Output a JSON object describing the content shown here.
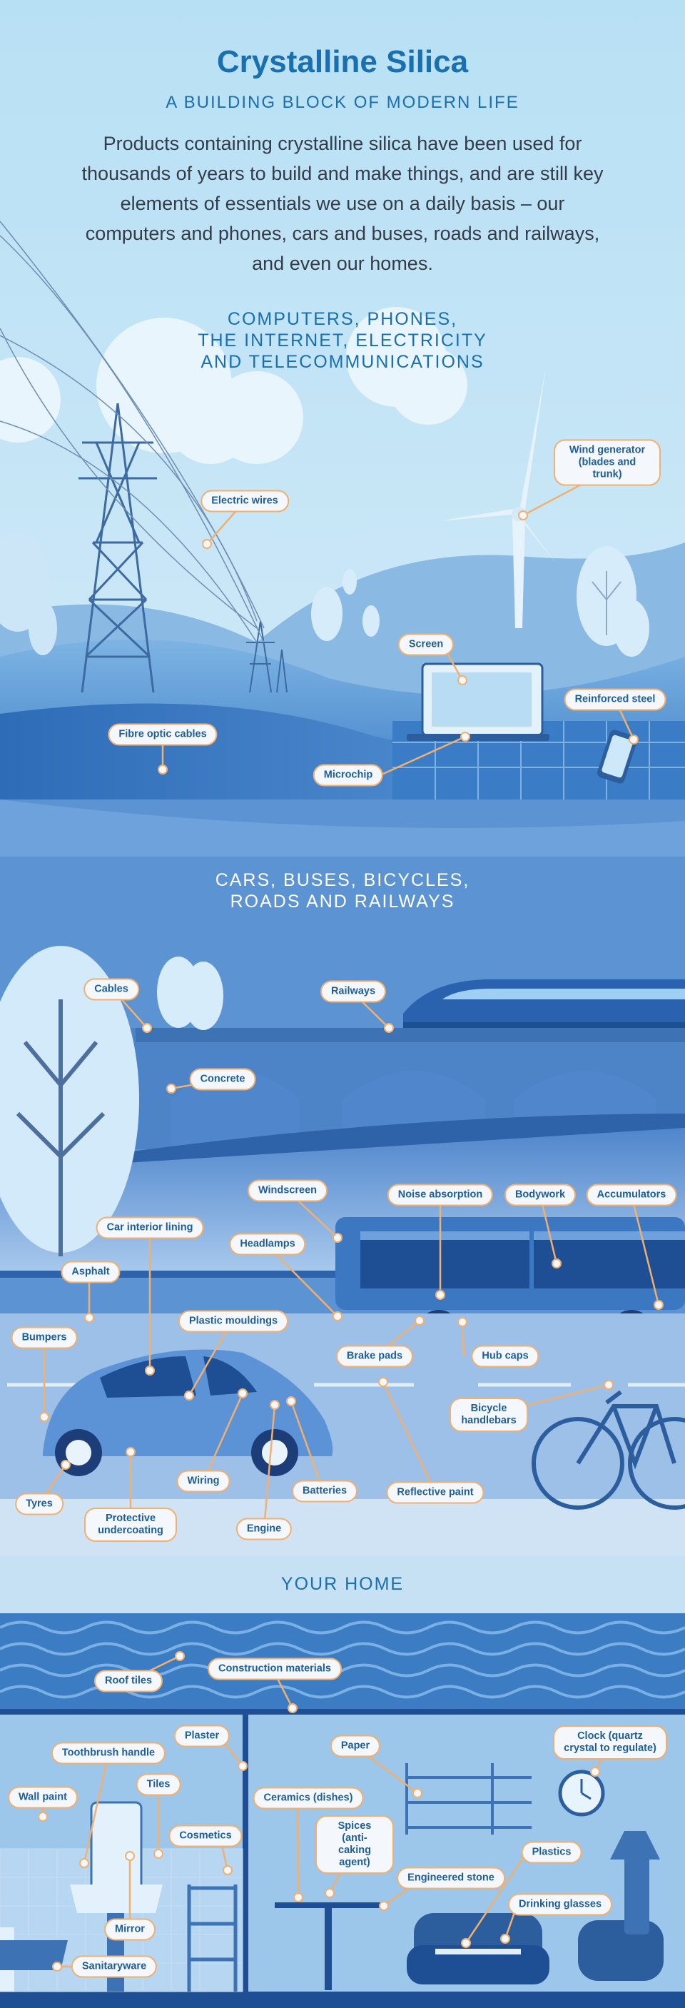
{
  "title": "Crystalline Silica",
  "subtitle": "A BUILDING BLOCK OF MODERN LIFE",
  "intro": "Products containing crystalline silica have been used for thousands of years to build and make things, and are still key elements of essentials we use on a daily basis – our computers and phones, cars and buses, roads and railways, and even our homes.",
  "sections": [
    {
      "heading_lines": [
        "COMPUTERS, PHONES,",
        "THE INTERNET, ELECTRICITY",
        "AND TELECOMMUNICATIONS"
      ]
    },
    {
      "heading_lines": [
        "CARS, BUSES, BICYCLES,",
        "ROADS AND RAILWAYS"
      ]
    },
    {
      "heading_lines": [
        "YOUR HOME"
      ]
    }
  ],
  "labels": {
    "electric_wires": "Electric wires",
    "wind_generator": "Wind generator (blades and trunk)",
    "screen": "Screen",
    "reinforced_steel": "Reinforced steel",
    "fibre_optic_cables": "Fibre optic cables",
    "microchip": "Microchip",
    "cables": "Cables",
    "railways": "Railways",
    "concrete": "Concrete",
    "windscreen": "Windscreen",
    "noise_absorption": "Noise absorption",
    "bodywork": "Bodywork",
    "accumulators": "Accumulators",
    "car_interior_lining": "Car interior lining",
    "headlamps": "Headlamps",
    "asphalt": "Asphalt",
    "plastic_mouldings": "Plastic mouldings",
    "bumpers": "Bumpers",
    "brake_pads": "Brake pads",
    "hub_caps": "Hub caps",
    "bicycle_handlebars": "Bicycle handlebars",
    "tyres": "Tyres",
    "protective_undercoating": "Protective undercoating",
    "wiring": "Wiring",
    "batteries": "Batteries",
    "engine": "Engine",
    "reflective_paint": "Reflective paint",
    "roof_tiles": "Roof tiles",
    "construction_materials": "Construction materials",
    "toothbrush_handle": "Toothbrush handle",
    "plaster": "Plaster",
    "paper": "Paper",
    "clock": "Clock (quartz crystal to regulate)",
    "wall_paint": "Wall paint",
    "tiles": "Tiles",
    "ceramics": "Ceramics (dishes)",
    "cosmetics": "Cosmetics",
    "spices": "Spices (anti-caking agent)",
    "plastics": "Plastics",
    "engineered_stone": "Engineered stone",
    "mirror": "Mirror",
    "drinking_glasses": "Drinking glasses",
    "sanitaryware": "Sanitaryware"
  },
  "colors": {
    "accent": "#1a6fb0",
    "callout_border": "#f0b070",
    "background": "#b5def3"
  }
}
